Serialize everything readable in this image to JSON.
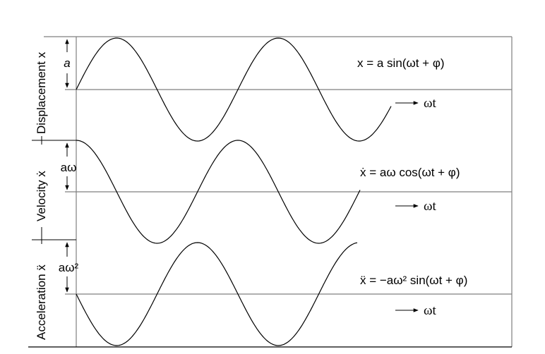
{
  "panels": [
    {
      "axis_label": "Displacement x",
      "amplitude_label": "a",
      "equation": "x = a sin(ωt + φ)",
      "time_label": "ωt",
      "function": "sin",
      "sign": 1
    },
    {
      "axis_label": "Velocity ẋ",
      "amplitude_label": "aω",
      "equation": "ẋ = aω cos(ωt + φ)",
      "time_label": "ωt",
      "function": "cos",
      "sign": 1
    },
    {
      "axis_label": "Acceleration ẍ",
      "amplitude_label": "aω²",
      "equation": "ẍ = −aω² sin(ωt + φ)",
      "time_label": "ωt",
      "function": "sin",
      "sign": -1
    }
  ],
  "colors": {
    "curve": "#000000",
    "axis": "#7f7f7f"
  }
}
